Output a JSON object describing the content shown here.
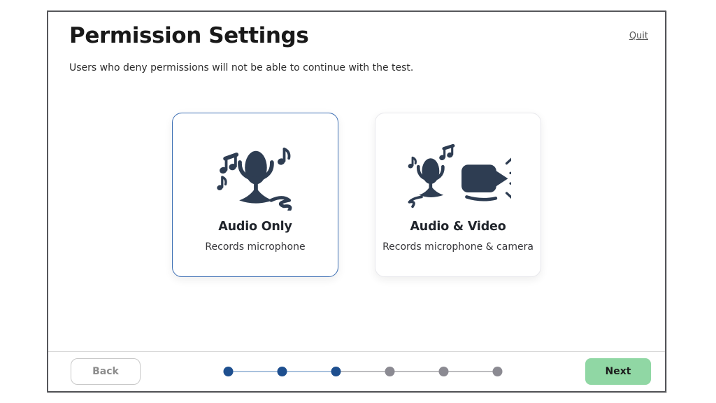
{
  "header": {
    "title": "Permission Settings",
    "subtitle": "Users who deny permissions will not be able to continue with the test.",
    "quit_label": "Quit"
  },
  "options": [
    {
      "title": "Audio Only",
      "description": "Records microphone",
      "icon": "microphone-music-icon",
      "selected": true
    },
    {
      "title": "Audio & Video",
      "description": "Records microphone & camera",
      "icon": "microphone-camera-icon",
      "selected": false
    }
  ],
  "footer": {
    "back_label": "Back",
    "next_label": "Next",
    "progress": {
      "total_steps": 6,
      "current_step": 3
    }
  },
  "colors": {
    "accent_blue": "#3d6fb4",
    "dot_active": "#1e4f8f",
    "dot_connector_active": "#a9c2dd",
    "dot_inactive": "#8b8a92",
    "dot_connector_inactive": "#bcbcbf",
    "next_button_bg": "#90d7a4",
    "icon_navy": "#2e3d52"
  }
}
